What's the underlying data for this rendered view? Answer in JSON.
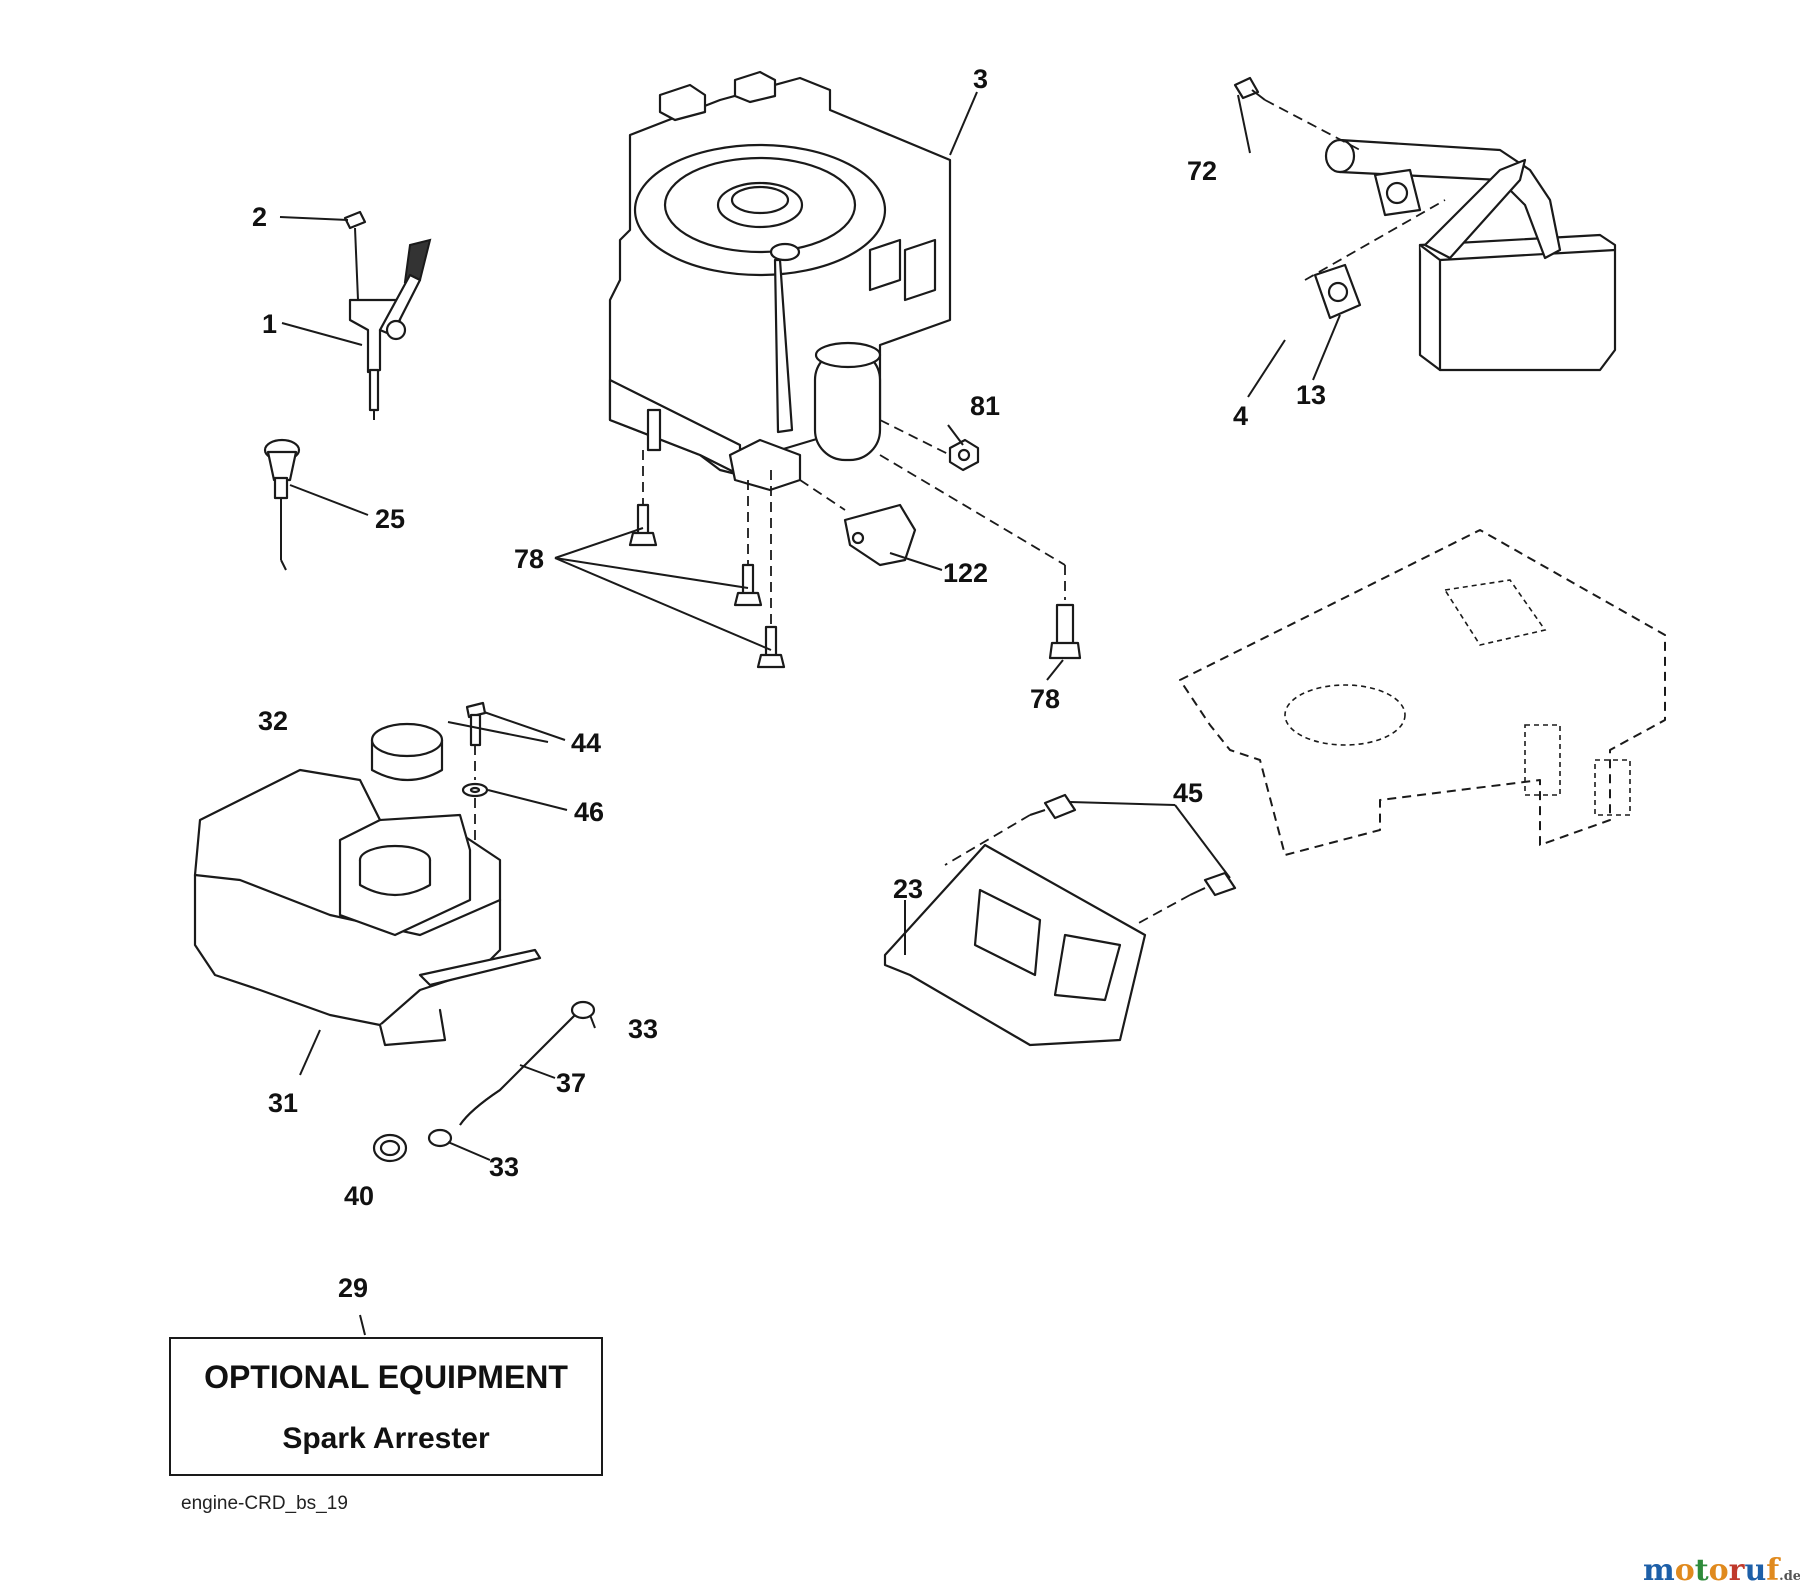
{
  "callouts": {
    "c1": "1",
    "c2": "2",
    "c3": "3",
    "c4": "4",
    "c13": "13",
    "c23": "23",
    "c25": "25",
    "c29": "29",
    "c31": "31",
    "c32": "32",
    "c33a": "33",
    "c33b": "33",
    "c37": "37",
    "c40": "40",
    "c44": "44",
    "c45": "45",
    "c46": "46",
    "c72": "72",
    "c78a": "78",
    "c78b": "78",
    "c81": "81",
    "c122": "122"
  },
  "optional_box": {
    "title": "OPTIONAL EQUIPMENT",
    "subtitle": "Spark Arrester"
  },
  "drawing_code": "engine-CRD_bs_19",
  "watermark": {
    "name": "motoruf",
    "tld": ".de",
    "colors": {
      "m": "#1d5fa8",
      "o": "#e08a1e",
      "t": "#2e8b3a",
      "r": "#c0392b",
      "u": "#1d5fa8",
      "f": "#e08a1e"
    }
  }
}
